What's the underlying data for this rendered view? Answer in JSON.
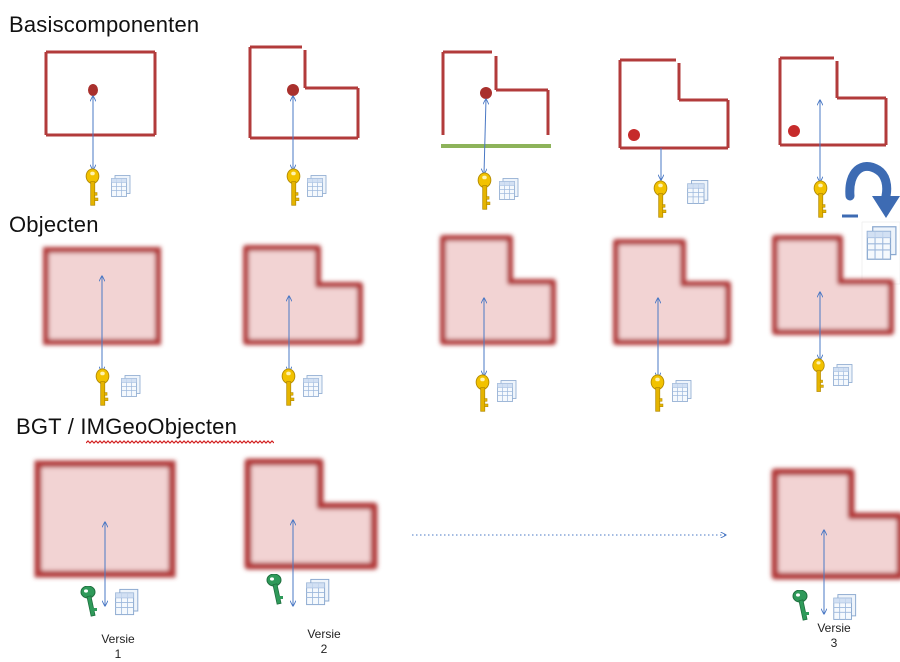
{
  "headings": {
    "basis": "Basiscomponenten",
    "objects": "Objecten",
    "bgt": "BGT / IMGeoObjecten"
  },
  "versions": [
    {
      "word": "Versie",
      "number": "1"
    },
    {
      "word": "Versie",
      "number": "2"
    },
    {
      "word": "Versie",
      "number": "3"
    }
  ],
  "colors": {
    "outline": "#b23b3b",
    "fill": "#f2d3d3",
    "green_line": "#8db35a",
    "arrow": "#4a78c4",
    "gold_key": "#e5b400",
    "green_key": "#2f9a5a",
    "curved_arrow": "#3d6bb3",
    "spellcheck": "#d22020"
  },
  "icons": {
    "primary_key": "key-icon",
    "table": "table-icon",
    "curved_arrow": "curved-arrow-icon"
  }
}
